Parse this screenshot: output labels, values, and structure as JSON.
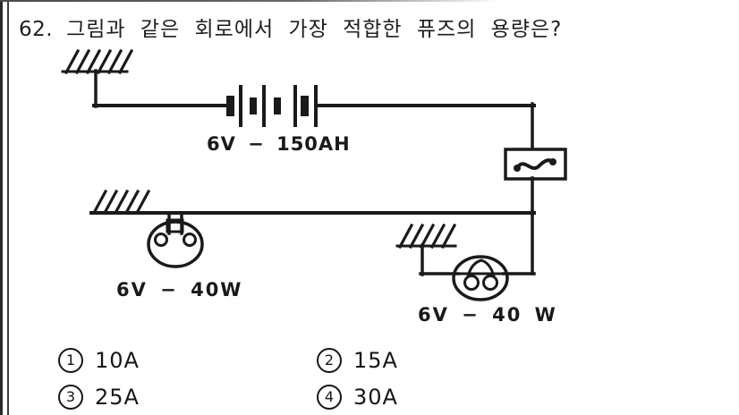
{
  "page": {
    "paper_color": "#ffffff",
    "ink_color": "#1a1a1a"
  },
  "question": {
    "number": "62.",
    "text": "그림과 같은 회로에서 가장 적합한 퓨즈의 용량은?"
  },
  "circuit": {
    "battery_label": "6V − 150AH",
    "lamp_left_label": "6V − 40W",
    "lamp_right_label": "6V − 40 W",
    "icons": [
      "ground-icon",
      "battery-icon",
      "fuse-icon",
      "lamp-icon",
      "lamp-icon",
      "ground-icon",
      "ground-icon"
    ]
  },
  "options": [
    {
      "marker": "1",
      "label": "10A"
    },
    {
      "marker": "2",
      "label": "15A"
    },
    {
      "marker": "3",
      "label": "25A"
    },
    {
      "marker": "4",
      "label": "30A"
    }
  ]
}
